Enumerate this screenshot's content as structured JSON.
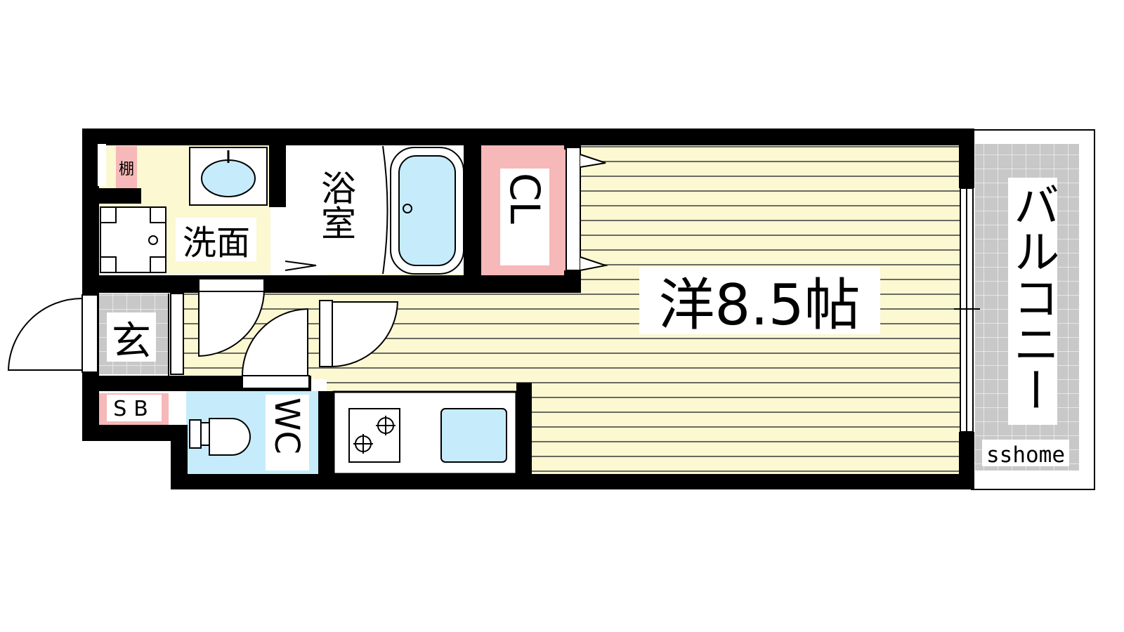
{
  "floorplan": {
    "main_room": "洋8.5帖",
    "bath": "浴室",
    "washroom": "洗面",
    "closet": "CL",
    "entrance": "玄",
    "shoe_box": "SB",
    "toilet": "WC",
    "shelf": "棚",
    "balcony": "バルコニー",
    "watermark": "sshome"
  },
  "colors": {
    "floor_yellow": "#fbf8d2",
    "wall": "#000000",
    "closet_pink": "#f6b8b8",
    "fixture_blue": "#c6ecfb",
    "tile_gray": "#c8c8c8"
  }
}
